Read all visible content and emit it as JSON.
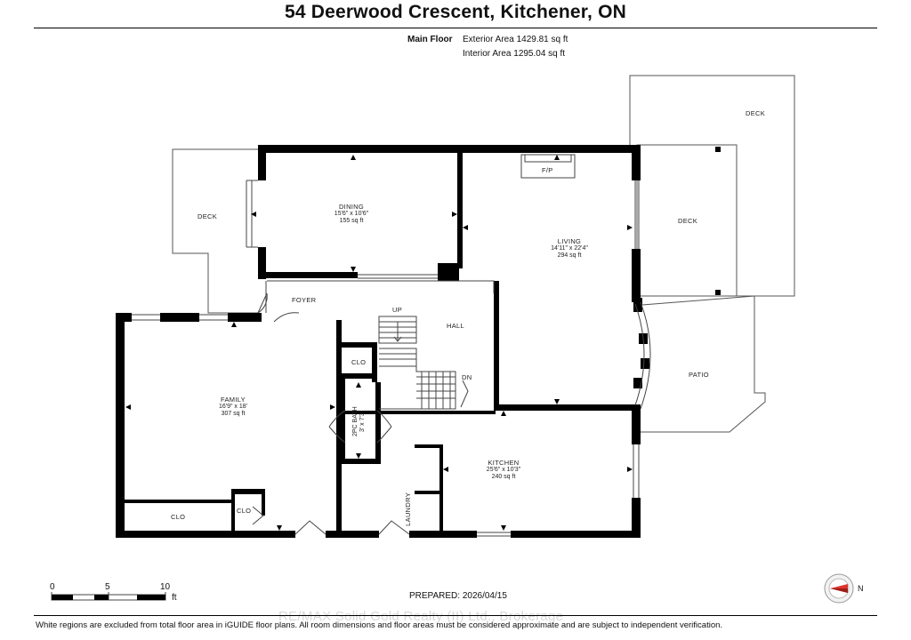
{
  "header": {
    "title": "54 Deerwood Crescent, Kitchener, ON",
    "floor_name": "Main Floor",
    "exterior_area": "Exterior Area 1429.81 sq ft",
    "interior_area": "Interior Area 1295.04 sq ft"
  },
  "rooms": {
    "dining": {
      "name": "DINING",
      "dims": "15'6\" x 10'6\"",
      "area": "155 sq ft"
    },
    "living": {
      "name": "LIVING",
      "dims": "14'11\" x 22'4\"",
      "area": "294 sq ft"
    },
    "family": {
      "name": "FAMILY",
      "dims": "16'9\" x 18'",
      "area": "307 sq ft"
    },
    "kitchen": {
      "name": "KITCHEN",
      "dims": "25'6\" x 10'3\"",
      "area": "240 sq ft"
    },
    "bath": {
      "name": "2PC BATH",
      "dims": "3' x 7'3\""
    }
  },
  "labels": {
    "deck_left": "DECK",
    "deck_right": "DECK",
    "deck_top": "DECK",
    "patio": "PATIO",
    "foyer": "FOYER",
    "hall": "HALL",
    "up": "UP",
    "dn": "DN",
    "clo_hall": "CLO",
    "clo_family": "CLO",
    "clo_small": "CLO",
    "fp": "F/P",
    "laundry": "LAUNDRY"
  },
  "scale": {
    "ticks": [
      "0",
      "5",
      "10"
    ],
    "unit": "ft"
  },
  "footer": {
    "prepared": "PREPARED: 2026/04/15",
    "disclaimer": "White regions are excluded from total floor area in iGUIDE floor plans. All room dimensions and floor areas must be considered approximate and are subject to independent verification.",
    "watermark": "RE/MAX Solid Gold Realty (II) Ltd., Brokerage",
    "compass_label": "N"
  },
  "colors": {
    "wall": "#000000",
    "line": "#444444",
    "compass_accent": "#e0342c"
  }
}
